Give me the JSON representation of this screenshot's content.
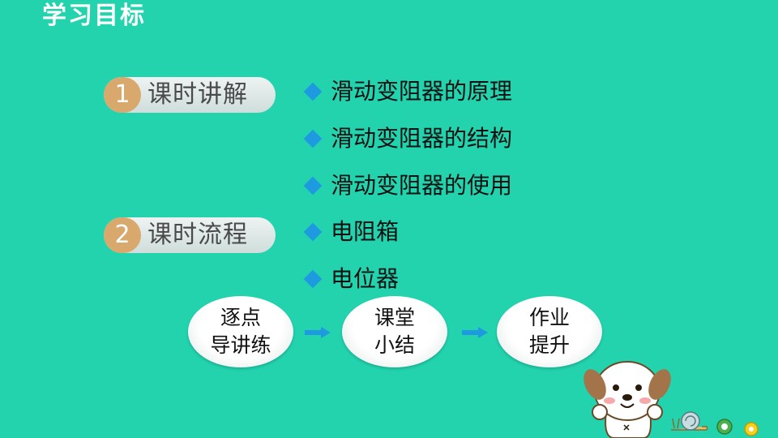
{
  "page": {
    "title": "学习目标"
  },
  "sections": [
    {
      "num": "1",
      "label": "课时讲解"
    },
    {
      "num": "2",
      "label": "课时流程"
    }
  ],
  "goals": [
    "滑动变阻器的原理",
    "滑动变阻器的结构",
    "滑动变阻器的使用",
    "电阻箱",
    "电位器"
  ],
  "flow": [
    {
      "line1": "逐点",
      "line2": "导讲练"
    },
    {
      "line1": "课堂",
      "line2": "小结"
    },
    {
      "line1": "作业",
      "line2": "提升"
    }
  ],
  "colors": {
    "background": "#22d3ae",
    "badge": "#d9a86c",
    "bullet": "#1e9be0",
    "arrow": "#1e9be0"
  }
}
